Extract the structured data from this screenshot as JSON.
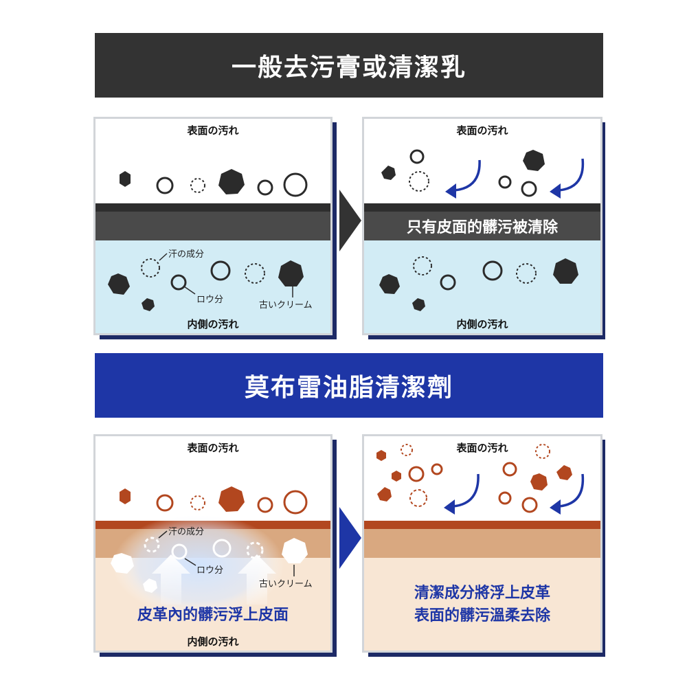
{
  "top_section": {
    "title": "一般去污膏或清潔乳",
    "left_panel": {
      "top_label": "表面の汚れ",
      "bottom_label": "内側の汚れ",
      "annotations": {
        "sweat": "汗の成分",
        "wax": "ロウ分",
        "old_cream": "古いクリーム"
      }
    },
    "right_panel": {
      "top_label": "表面の汚れ",
      "band_text": "只有皮面的髒污被清除",
      "bottom_label": "内側の汚れ"
    }
  },
  "bottom_section": {
    "title": "莫布雷油脂清潔劑",
    "left_panel": {
      "top_label": "表面の汚れ",
      "bottom_label": "内側の汚れ",
      "annotations": {
        "sweat": "汗の成分",
        "wax": "ロウ分",
        "old_cream": "古いクリーム"
      },
      "caption": "皮革內的髒污浮上皮面"
    },
    "right_panel": {
      "top_label": "表面の汚れ",
      "caption_line1": "清潔成分將浮上皮革",
      "caption_line2": "表面的髒污溫柔去除"
    }
  },
  "colors": {
    "dark_banner": "#333333",
    "blue_banner": "#1e36a6",
    "dirt_dark": "#2b2b2b",
    "dirt_brown": "#b2471f",
    "water_blue": "#d2ecf5",
    "leather_tan": "#d9a880",
    "leather_light": "#f8e6d4",
    "arrow_blue": "#1e36a6"
  }
}
